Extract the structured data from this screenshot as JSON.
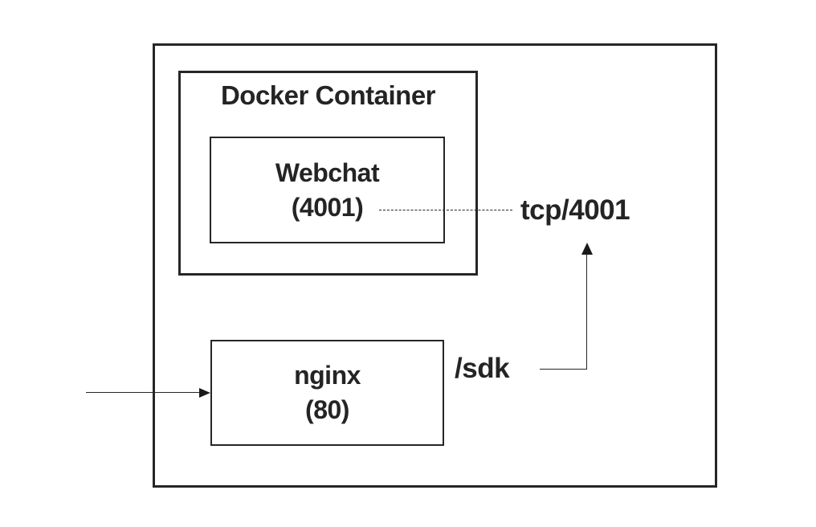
{
  "diagram": {
    "docker_container": {
      "title": "Docker Container"
    },
    "webchat_node": {
      "name": "Webchat",
      "port": "(4001)"
    },
    "nginx_node": {
      "name": "nginx",
      "port": "(80)"
    },
    "edge_labels": {
      "tcp": "tcp/4001",
      "sdk": "/sdk"
    }
  },
  "colors": {
    "stroke": "#262626",
    "text": "#242424",
    "background": "#ffffff"
  }
}
